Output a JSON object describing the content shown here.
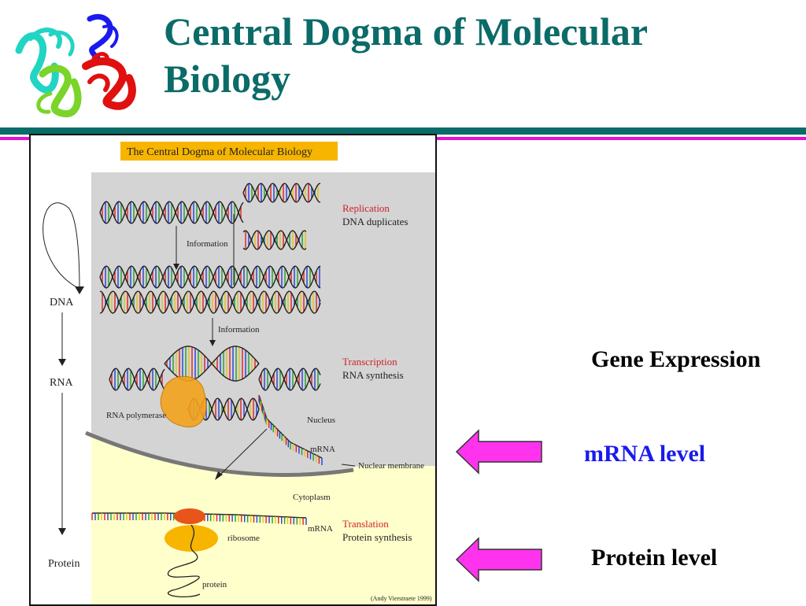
{
  "slide": {
    "title_line1": "Central Dogma of Molecular",
    "title_line2": "Biology",
    "labels": {
      "gene_expression": "Gene Expression",
      "mrna_level": "mRNA level",
      "protein_level": "Protein level"
    }
  },
  "figure": {
    "banner": "The Central Dogma of Molecular Biology",
    "flow": {
      "dna": "DNA",
      "rna": "RNA",
      "protein": "Protein"
    },
    "information_1": "Information",
    "information_2": "Information",
    "replication": "Replication",
    "dna_duplicates": "DNA duplicates",
    "transcription": "Transcription",
    "rna_synthesis": "RNA synthesis",
    "rna_polymerase": "RNA polymerase",
    "nucleus": "Nucleus",
    "mrna_1": "mRNA",
    "nuclear_membrane": "Nuclear membrane",
    "cytoplasm": "Cytoplasm",
    "mrna_2": "mRNA",
    "translation": "Translation",
    "protein_synthesis": "Protein synthesis",
    "ribosome": "ribosome",
    "protein_chain": "protein",
    "credit": "(Andy Vierstraete 1999)"
  },
  "colors": {
    "title": "#0b6b68",
    "accent_teal": "#0b6b68",
    "accent_magenta": "#e60ed8",
    "arrow_fill": "#ff33ee",
    "mrna_level_text": "#1a1aee",
    "red_label": "#d0202a",
    "nucleus_gray": "#d4d4d4",
    "cytoplasm_yellow": "#ffffcc",
    "banner_orange": "#f7b500",
    "polymerase_orange": "#f4a31c"
  }
}
